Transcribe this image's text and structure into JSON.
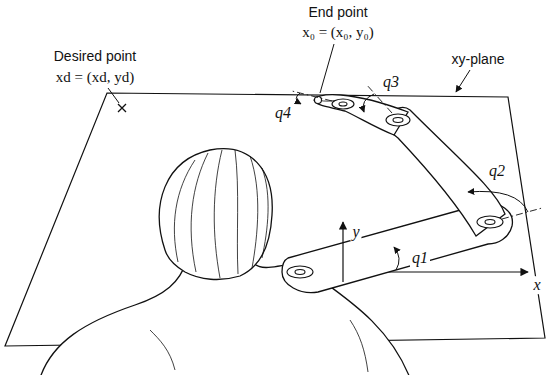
{
  "diagram": {
    "labels": [
      "End point",
      "x₀ = (x₀, y₀)",
      "Desired point",
      "xd = (xd, yd)",
      "xy-plane",
      "q3",
      "q4",
      "q2",
      "y",
      "q1",
      "x"
    ]
  }
}
